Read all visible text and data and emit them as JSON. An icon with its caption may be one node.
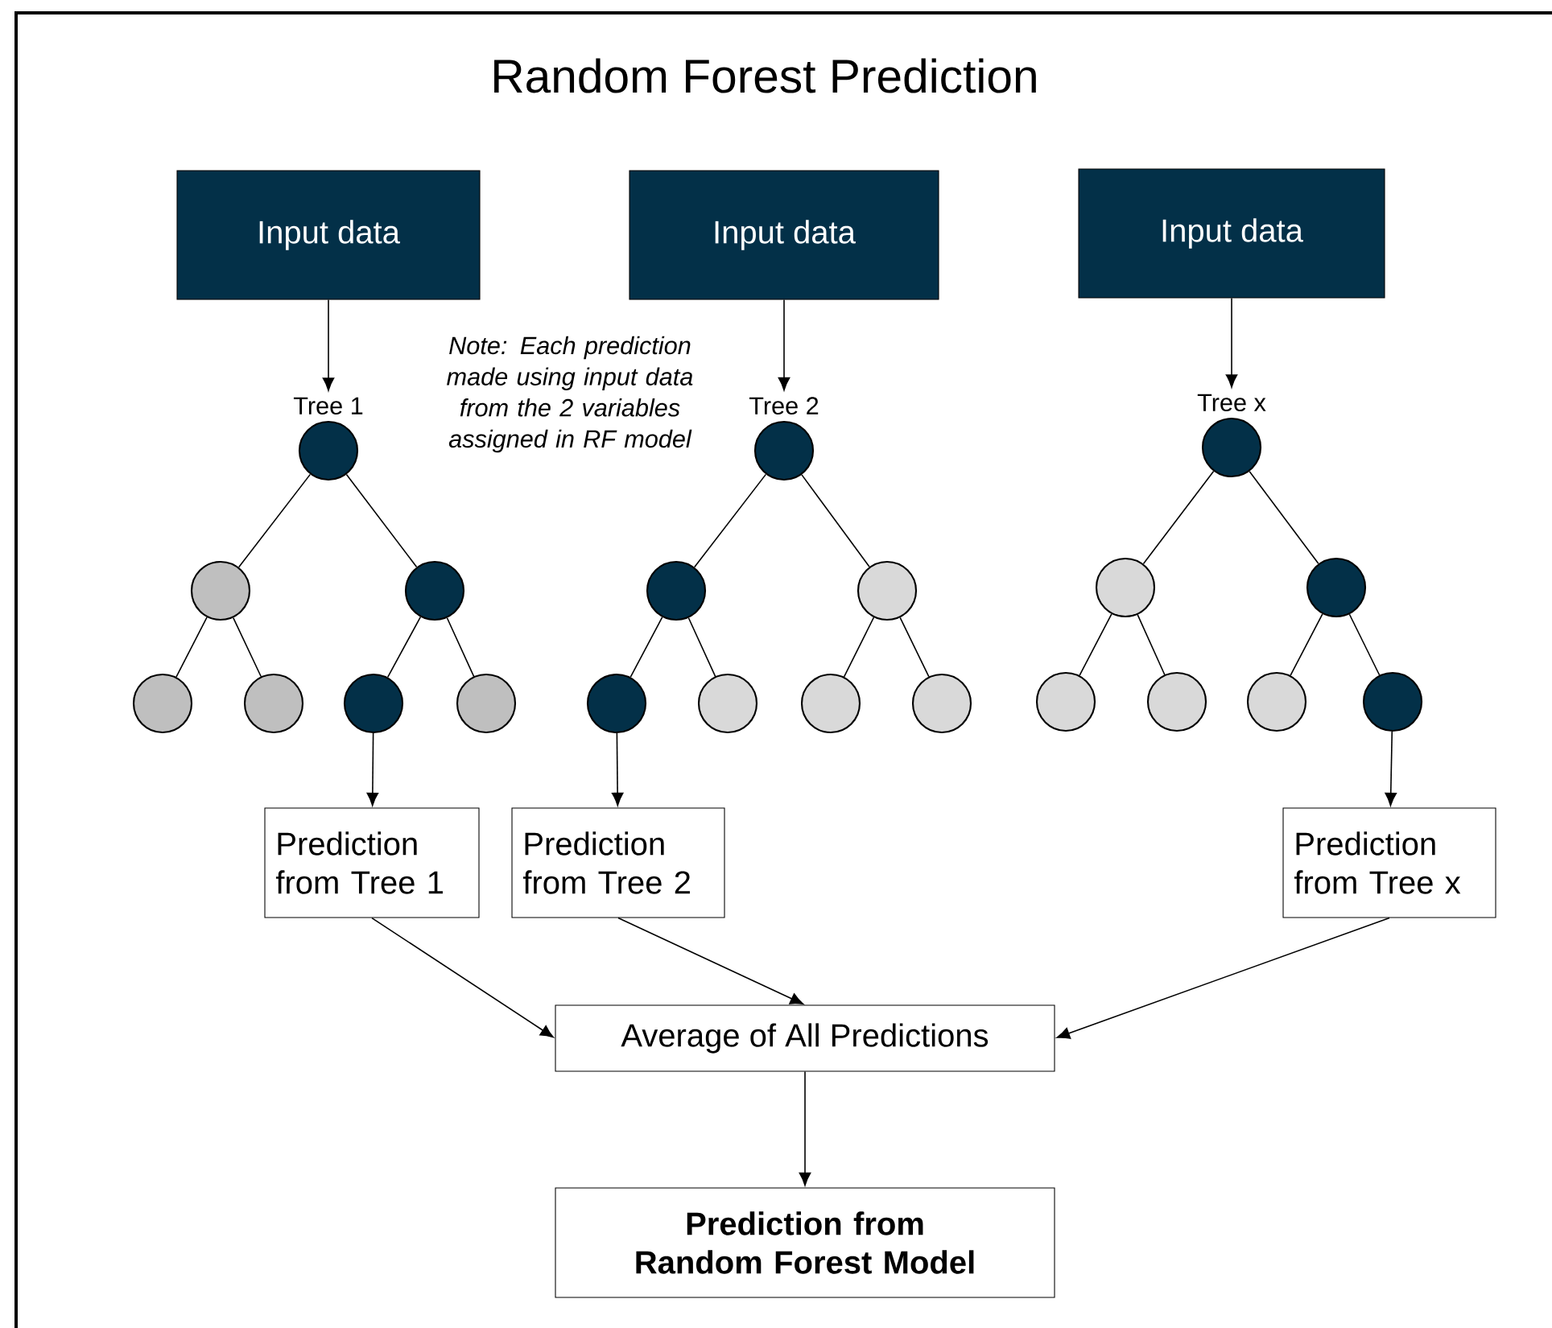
{
  "diagram": {
    "title": "Random Forest Prediction",
    "nodes": [
      {
        "text": [
          "Input data"
        ]
      },
      {
        "text": [
          "Input data"
        ]
      },
      {
        "text": [
          "Input data"
        ]
      },
      {
        "text": [
          "Tree 1"
        ]
      },
      {
        "text": [],
        "shape": "circle"
      },
      {
        "text": [],
        "shape": "circle"
      },
      {
        "text": [],
        "shape": "circle"
      },
      {
        "text": [],
        "shape": "circle"
      },
      {
        "text": [],
        "shape": "circle"
      },
      {
        "text": [],
        "shape": "circle"
      },
      {
        "text": [
          "Tree 2"
        ]
      },
      {
        "text": [],
        "shape": "circle"
      },
      {
        "text": [],
        "shape": "circle"
      },
      {
        "text": [],
        "shape": "circle"
      },
      {
        "text": [],
        "shape": "circle"
      },
      {
        "text": [],
        "shape": "circle"
      },
      {
        "text": [],
        "shape": "circle"
      },
      {
        "text": [
          "Tree x"
        ]
      },
      {
        "text": [],
        "shape": "circle"
      },
      {
        "text": [],
        "shape": "circle"
      },
      {
        "text": [],
        "shape": "circle"
      },
      {
        "text": [],
        "shape": "circle"
      },
      {
        "text": [],
        "shape": "circle"
      },
      {
        "text": [],
        "shape": "circle"
      },
      {
        "text": [
          "Prediction from Tree 1"
        ]
      },
      {
        "text": [
          "Prediction from Tree 2"
        ]
      },
      {
        "text": [
          "Prediction from Tree x"
        ]
      },
      {
        "text": [
          "Average of All Predictions"
        ]
      },
      {
        "text": [
          "Prediction from Random Forest Model"
        ]
      }
    ],
    "edges": [
      {
        "from": 0,
        "to": 3,
        "arrow": "to"
      },
      {
        "from": 1,
        "to": 10,
        "arrow": "to"
      },
      {
        "from": 2,
        "to": 17,
        "arrow": "to"
      },
      {
        "from": 3,
        "to": 4,
        "arrow": "none"
      },
      {
        "from": 3,
        "to": 5,
        "arrow": "none"
      },
      {
        "from": 4,
        "to": 6,
        "arrow": "none"
      },
      {
        "from": 4,
        "to": 7,
        "arrow": "none"
      },
      {
        "from": 5,
        "to": 8,
        "arrow": "none"
      },
      {
        "from": 5,
        "to": 9,
        "arrow": "none"
      },
      {
        "from": 10,
        "to": 11,
        "arrow": "none"
      },
      {
        "from": 10,
        "to": 12,
        "arrow": "none"
      },
      {
        "from": 11,
        "to": 13,
        "arrow": "none"
      },
      {
        "from": 11,
        "to": 14,
        "arrow": "none"
      },
      {
        "from": 12,
        "to": 15,
        "arrow": "none"
      },
      {
        "from": 12,
        "to": 16,
        "arrow": "none"
      },
      {
        "from": 17,
        "to": 18,
        "arrow": "none"
      },
      {
        "from": 17,
        "to": 19,
        "arrow": "none"
      },
      {
        "from": 18,
        "to": 20,
        "arrow": "none"
      },
      {
        "from": 18,
        "to": 21,
        "arrow": "none"
      },
      {
        "from": 19,
        "to": 22,
        "arrow": "none"
      },
      {
        "from": 19,
        "to": 23,
        "arrow": "none"
      },
      {
        "from": 8,
        "to": 24,
        "arrow": "to"
      },
      {
        "from": 13,
        "to": 25,
        "arrow": "to"
      },
      {
        "from": 23,
        "to": 26,
        "arrow": "to"
      },
      {
        "from": 24,
        "to": 27,
        "arrow": "to"
      },
      {
        "from": 25,
        "to": 27,
        "arrow": "to"
      },
      {
        "from": 26,
        "to": 27,
        "arrow": "to"
      },
      {
        "from": 27,
        "to": 28,
        "arrow": "to"
      }
    ],
    "labels": [
      "Note: Each prediction made using input data from the 2 variables assigned in RF model"
    ]
  }
}
